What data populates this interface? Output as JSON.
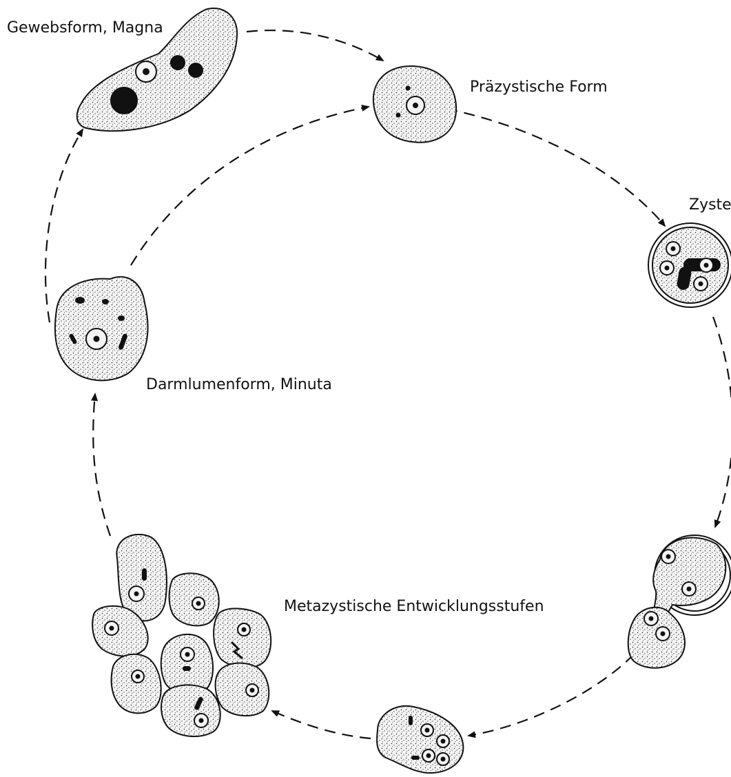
{
  "labels": {
    "gewebsform": "Gewebsform, Magna",
    "praezystisch": "Präzystische Form",
    "zyste": "Zyste",
    "darmlumenform": "Darmlumenform, Minuta",
    "metazystisch": "Metazystische Entwicklungsstufen"
  },
  "colors": {
    "ink": "#111111",
    "cell_fill": "#f4f4f4",
    "background": "#ffffff"
  }
}
